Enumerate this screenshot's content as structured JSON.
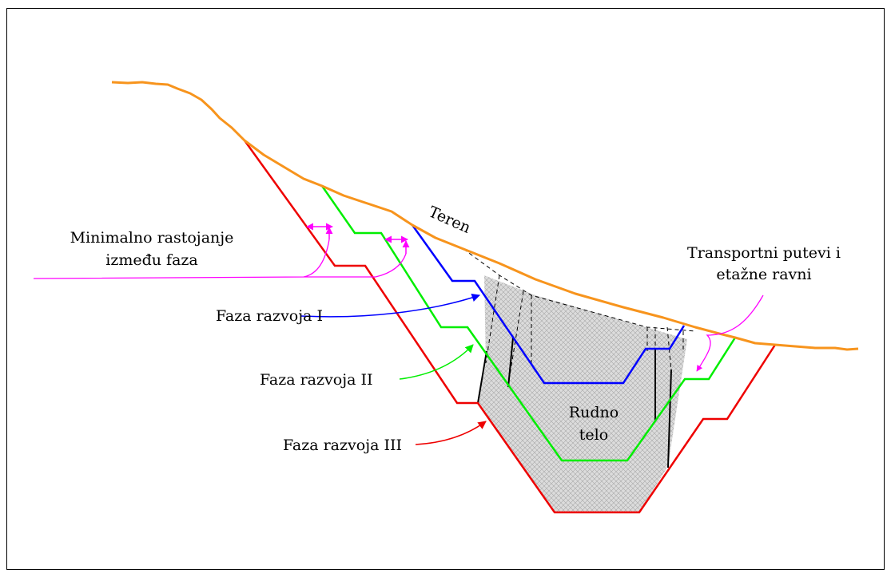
{
  "labels": {
    "teren": "Teren",
    "min_line1": "Minimalno rastojanje",
    "min_line2": "između faza",
    "transport_line1": "Transportni putevi i",
    "transport_line2": "etažne ravni",
    "faza1": "Faza razvoja I",
    "faza2": "Faza razvoja II",
    "faza3": "Faza razvoja III",
    "rudno1": "Rudno",
    "rudno2": "telo"
  },
  "colors": {
    "terrain": "#f7941d",
    "phase1": "#0000ff",
    "phase2": "#00ee00",
    "phase3": "#ee0000",
    "dimension": "#ff00ff",
    "ore_fill": "#d9d9d9",
    "frame": "#000000"
  }
}
